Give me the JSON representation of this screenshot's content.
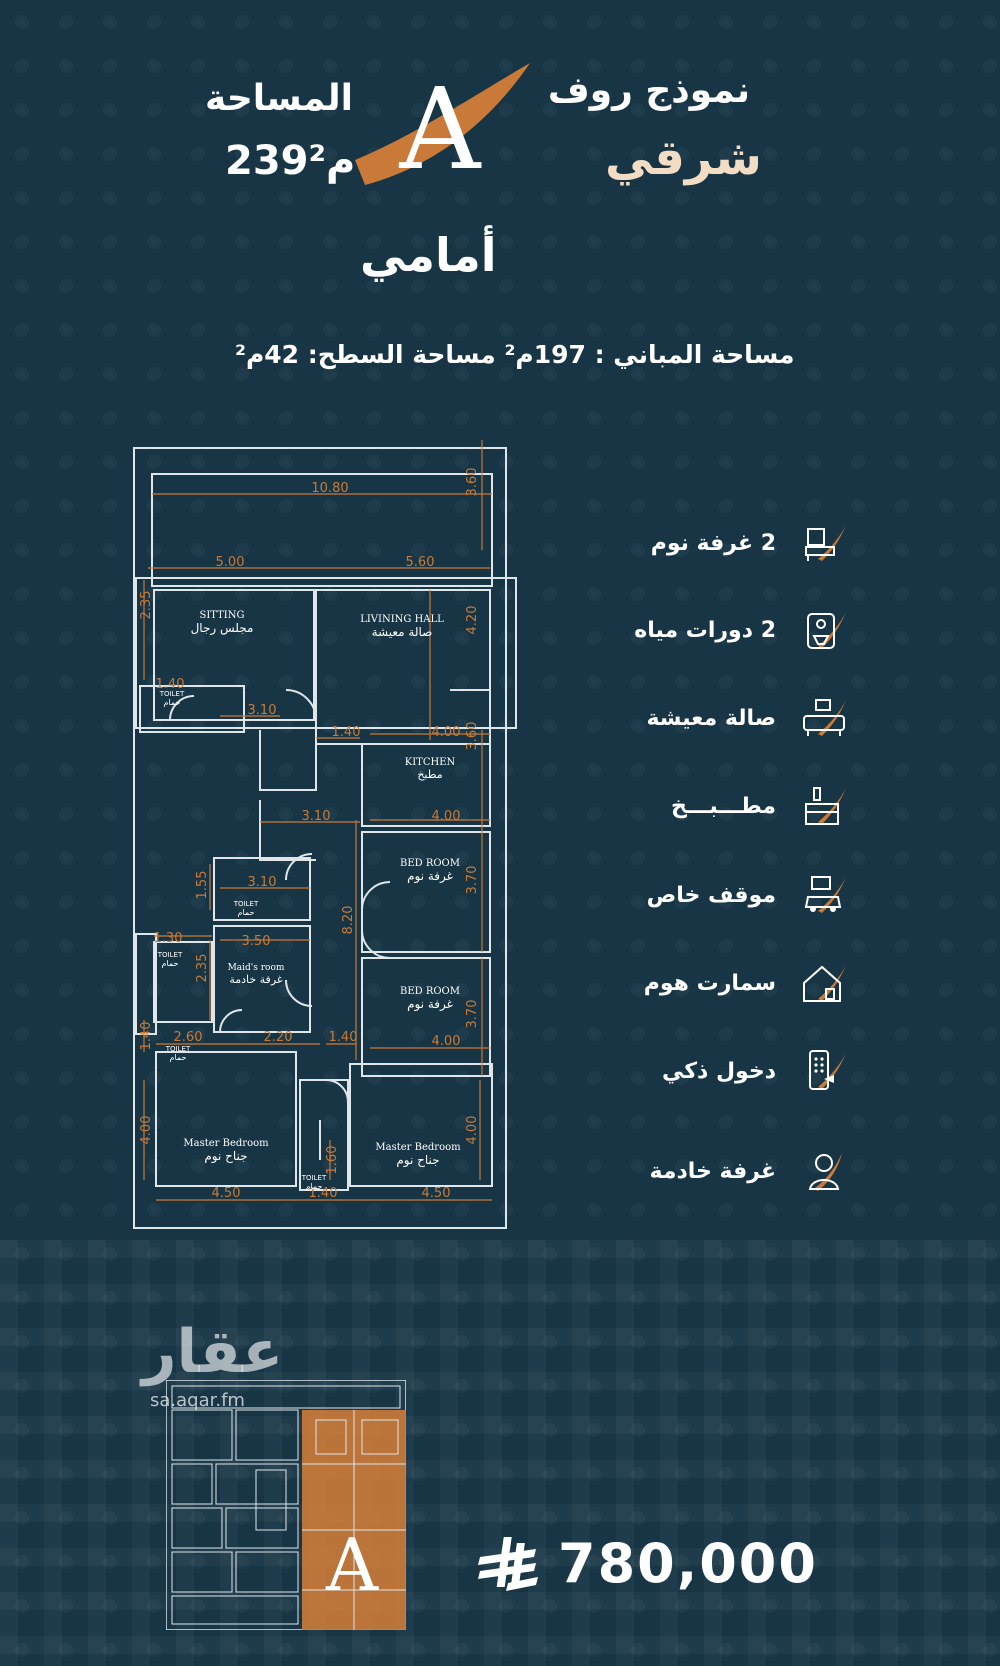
{
  "header": {
    "model_line1": "نموذج روف",
    "model_line2": "شرقي",
    "area_label": "المساحة",
    "area_value": "239م²",
    "letter": "A",
    "front": "أمامي",
    "stats": "مساحة المباني : 197م²   مساحة السطح: 42م²"
  },
  "colors": {
    "background": "#173545",
    "accent": "#c97a38",
    "plan_line": "#dfe6ea"
  },
  "plan": {
    "dimensions": [
      "10.80",
      "3.60",
      "5.00",
      "5.60",
      "2.35",
      "4.20",
      "1.40",
      "3.10",
      "1.40",
      "4.00",
      "3.60",
      "3.10",
      "4.00",
      "1.55",
      "3.10",
      "3.70",
      "8.20",
      "1.30",
      "3.50",
      "2.35",
      "1.40",
      "2.60",
      "2.20",
      "1.40",
      "4.00",
      "3.70",
      "4.00",
      "1.60",
      "4.00",
      "4.50",
      "1.40",
      "4.50"
    ],
    "rooms": {
      "sitting_en": "SITTING",
      "sitting_ar": "مجلس رجال",
      "living_en": "LIVINING HALL",
      "living_ar": "صالة معيشة",
      "kitchen_en": "KITCHEN",
      "kitchen_ar": "مطبخ",
      "bed1_en": "BED ROOM",
      "bed1_ar": "غرفة نوم",
      "bed2_en": "BED ROOM",
      "bed2_ar": "غرفة نوم",
      "maid_en": "Maid's room",
      "maid_ar": "غرفة خادمة",
      "master1_en": "Master Bedroom",
      "master1_ar": "جناح نوم",
      "master2_en": "Master Bedroom",
      "master2_ar": "جناح نوم",
      "toilet_en": "TOILET",
      "toilet_ar": "حمام"
    }
  },
  "features": [
    {
      "label": "2 غرفة نوم",
      "icon": "bedroom-icon"
    },
    {
      "label": "2 دورات مياه",
      "icon": "bathroom-icon"
    },
    {
      "label": "صالة معيشة",
      "icon": "sofa-icon"
    },
    {
      "label": "مطـــبـــخ",
      "icon": "kitchen-icon"
    },
    {
      "label": "موقف خاص",
      "icon": "car-icon"
    },
    {
      "label": "سمارت هوم",
      "icon": "smart-home-icon"
    },
    {
      "label": "دخول ذكي",
      "icon": "smart-entry-icon"
    },
    {
      "label": "غرفة خادمة",
      "icon": "maid-icon"
    }
  ],
  "watermark": {
    "brand_ar": "عقار",
    "url": "sa.aqar.fm"
  },
  "thumbnail": {
    "letter": "A"
  },
  "price": {
    "value": "780,000",
    "currency_icon": "riyal-icon"
  }
}
